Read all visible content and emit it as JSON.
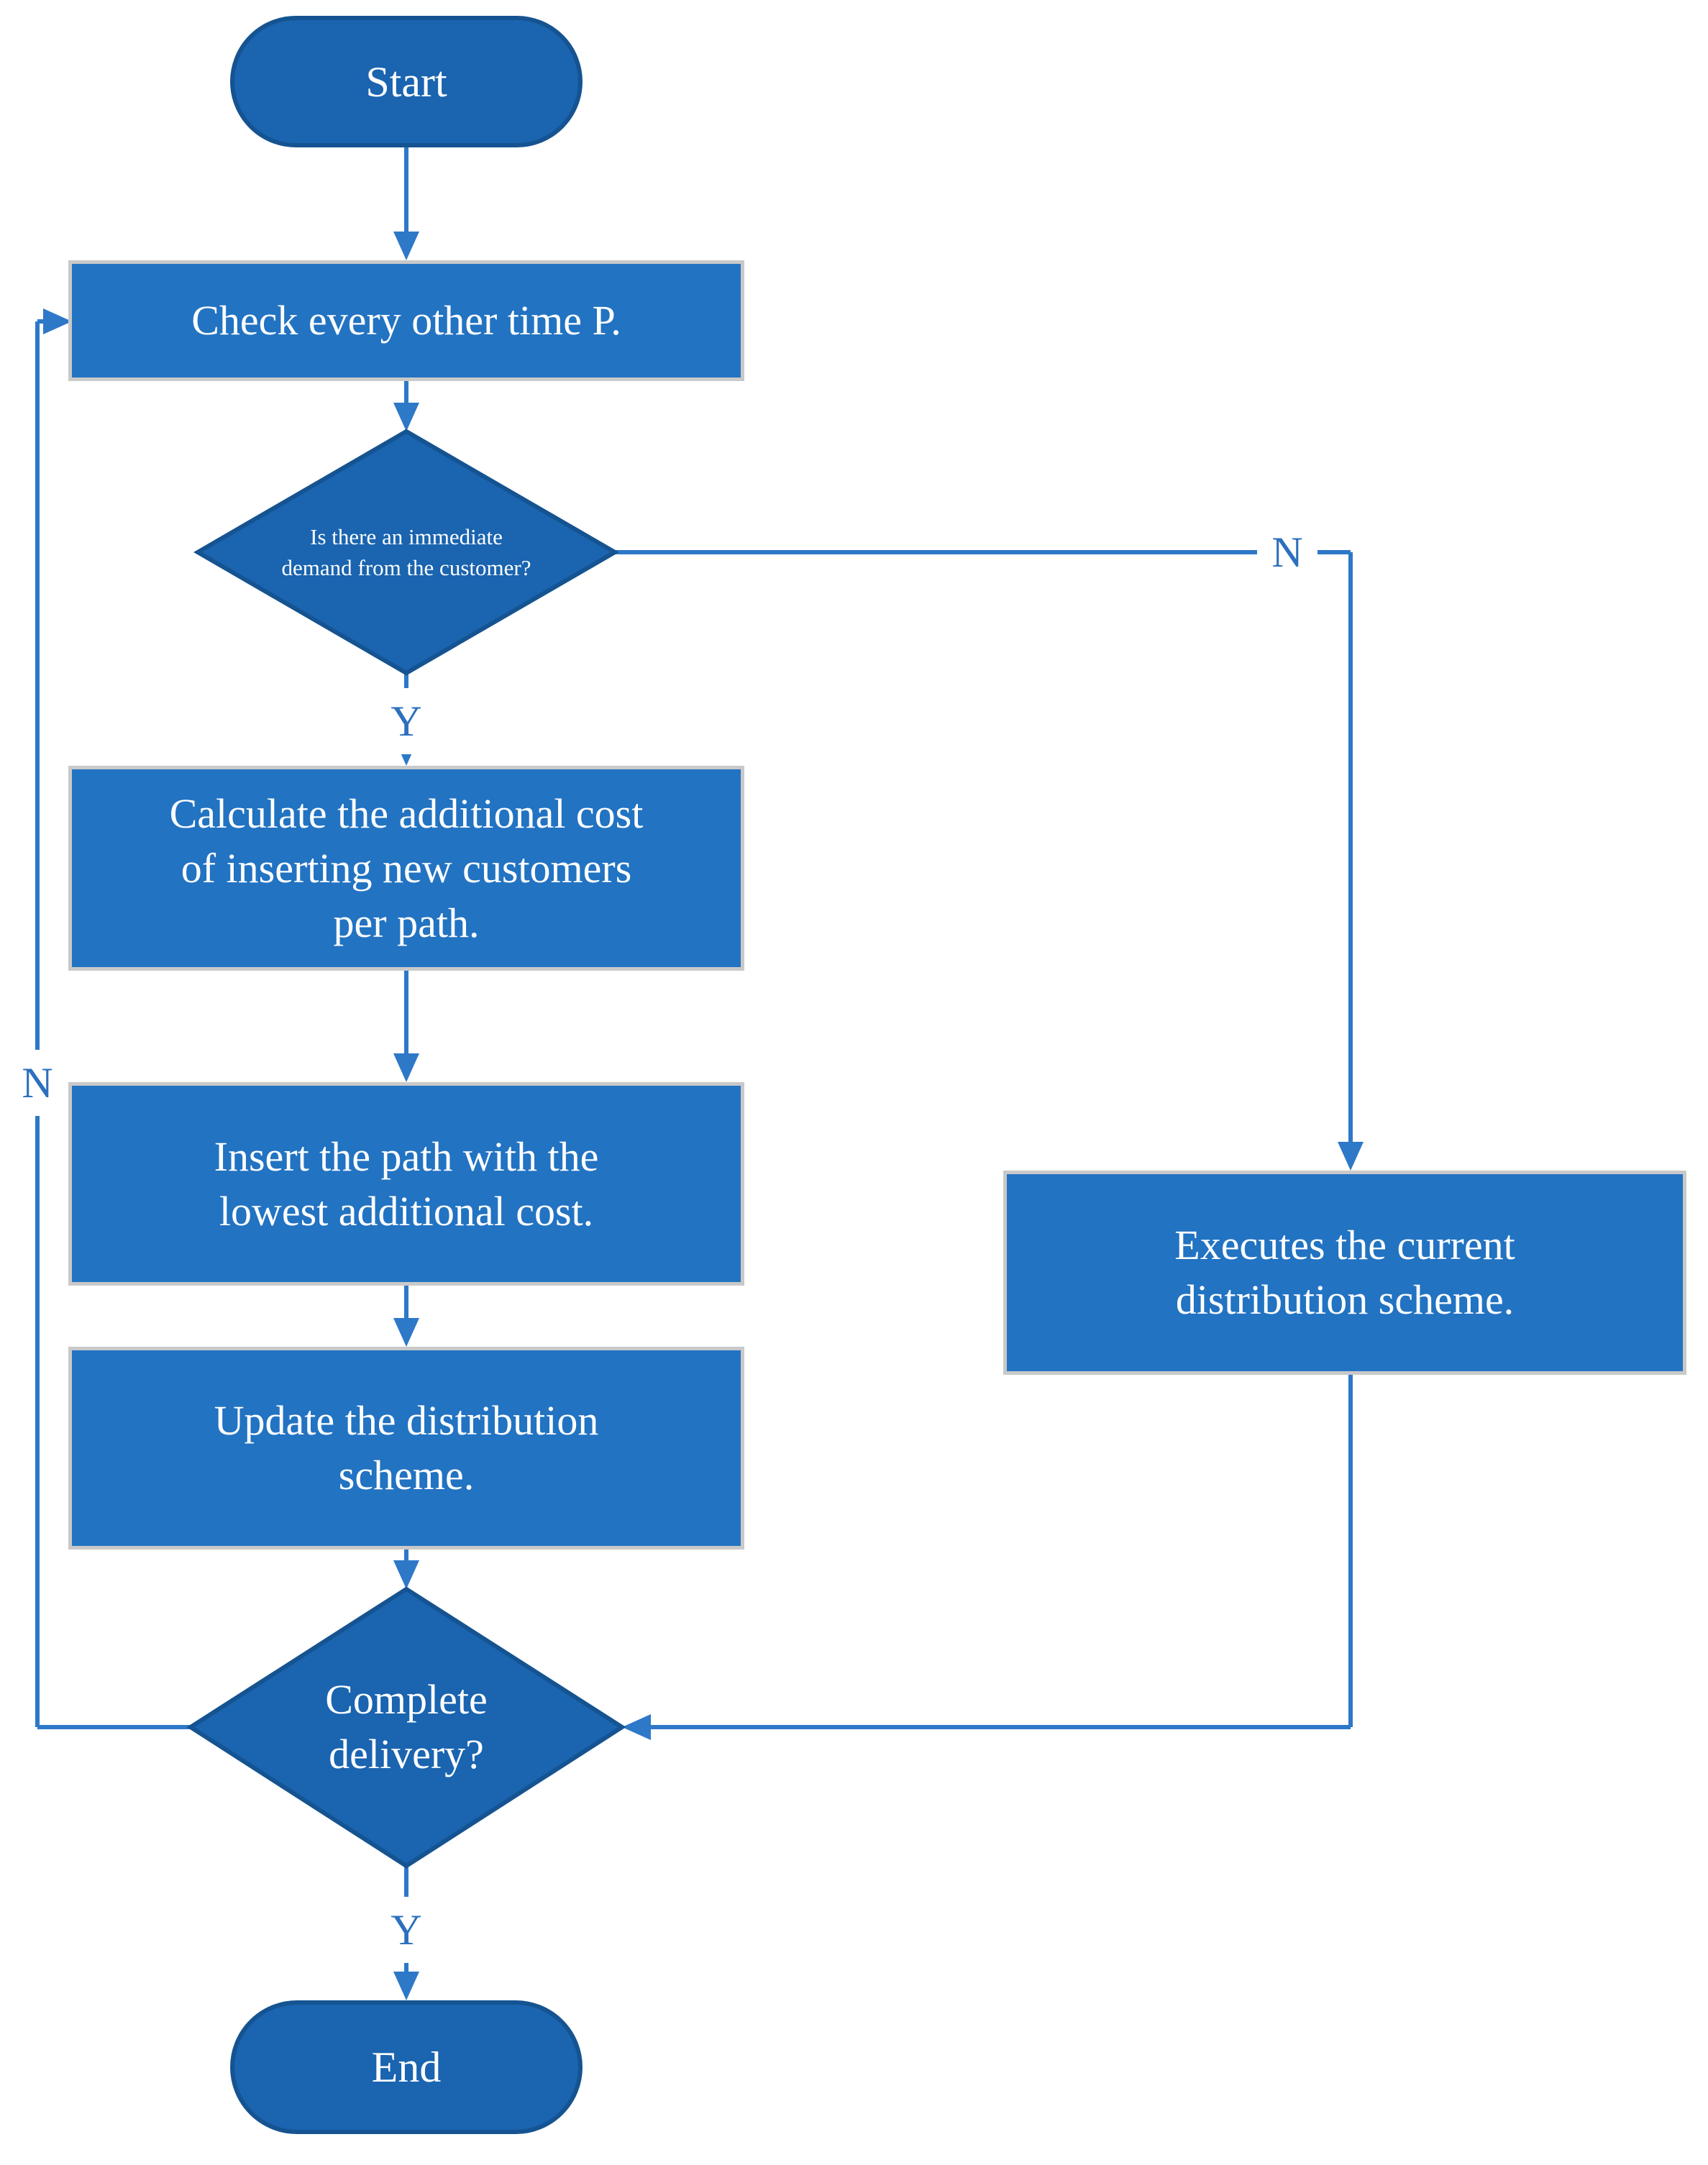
{
  "palette": {
    "box_fill": "#2273C2",
    "box_border": "#C9C9C9",
    "terminal_fill": "#1A64B0",
    "terminal_border": "#155391",
    "line_color": "#2E78C8",
    "edge_label_color": "#2C6FBE",
    "text_color": "#FFFFFF",
    "background": "#FFFFFF"
  },
  "nodes": {
    "start": {
      "label": "Start"
    },
    "check": {
      "lines": [
        "Check every other time P."
      ]
    },
    "demand_decision": {
      "lines": [
        "Is there an immediate",
        "demand from the customer?"
      ]
    },
    "calculate": {
      "lines": [
        "Calculate the additional cost",
        "of inserting new customers",
        "per path."
      ]
    },
    "insert": {
      "lines": [
        "Insert the path with the",
        "lowest additional cost."
      ]
    },
    "update": {
      "lines": [
        "Update the distribution",
        "scheme."
      ]
    },
    "executes": {
      "lines": [
        "Executes the current",
        "distribution scheme."
      ]
    },
    "complete_decision": {
      "lines": [
        "Complete",
        "delivery?"
      ]
    },
    "end": {
      "label": "End"
    }
  },
  "edge_labels": {
    "demand_yes": "Y",
    "demand_no": "N",
    "complete_yes": "Y",
    "complete_no": "N"
  }
}
